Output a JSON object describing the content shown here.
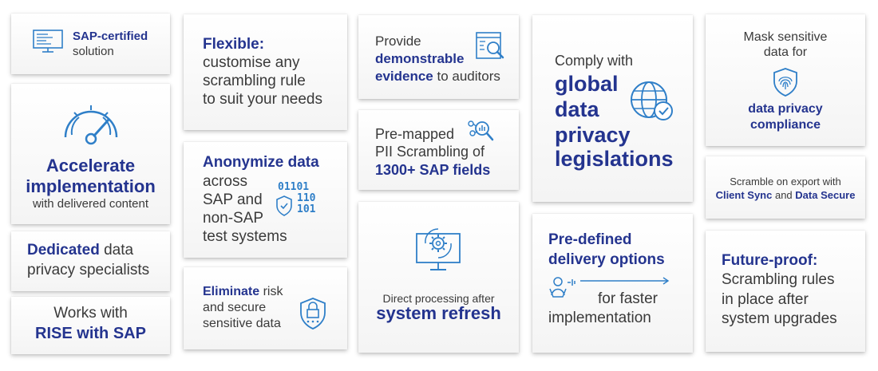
{
  "cards": {
    "sap_certified": {
      "title": "SAP-certified",
      "text": "solution",
      "icon": "computer-code-icon"
    },
    "accelerate": {
      "line1": "Accelerate",
      "line2": "implementation",
      "line3": "with delivered content",
      "icon": "speedometer-icon"
    },
    "dedicated": {
      "bold": "Dedicated",
      "rest1": " data",
      "line2": "privacy specialists"
    },
    "rise": {
      "line1": "Works with",
      "line2": "RISE with SAP"
    },
    "flexible": {
      "title": "Flexible:",
      "line1": "customise any",
      "line2": "scrambling rule",
      "line3": "to suit your needs"
    },
    "anonymize": {
      "title": "Anonymize data",
      "line1": "across",
      "line2": "SAP and",
      "line3": "non-SAP",
      "line4": "test systems",
      "icon": "binary-shield-icon",
      "binary1": "01101",
      "binary2": "110",
      "binary3": "101"
    },
    "eliminate": {
      "bold": "Eliminate",
      "rest1": " risk",
      "line2": "and secure",
      "line3": "sensitive data",
      "icon": "lock-shield-icon"
    },
    "provide": {
      "line1": "Provide",
      "line2": "demonstrable",
      "line3_bold": "evidence",
      "line3_rest": " to auditors",
      "icon": "document-search-icon"
    },
    "premapped": {
      "line1": "Pre-mapped",
      "line2": "PII Scrambling of",
      "line3": "1300+ SAP fields",
      "icon": "data-search-icon"
    },
    "direct": {
      "line1": "Direct processing after",
      "line2": "system refresh",
      "icon": "monitor-gear-icon"
    },
    "comply": {
      "line1": "Comply with",
      "line2": "global",
      "line3": "data",
      "line4": "privacy",
      "line5": "legislations",
      "icon": "globe-check-icon"
    },
    "predefined": {
      "line1": "Pre-defined",
      "line2": "delivery options",
      "line3": "for faster",
      "line4": "implementation",
      "icon": "delivery-person-icon"
    },
    "mask": {
      "line1": "Mask sensitive",
      "line2": "data for",
      "line3": "data privacy",
      "line4": "compliance",
      "icon": "fingerprint-shield-icon"
    },
    "scramble_export": {
      "line1": "Scramble on export with",
      "bold1": "Client Sync",
      "and": " and ",
      "bold2": "Data Secure"
    },
    "future": {
      "title": "Future-proof:",
      "line1": "Scrambling rules",
      "line2": "in place after",
      "line3": "system upgrades"
    }
  },
  "colors": {
    "navy": "#24348f",
    "icon_blue": "#2f7fc8",
    "text": "#3a3a3a"
  }
}
